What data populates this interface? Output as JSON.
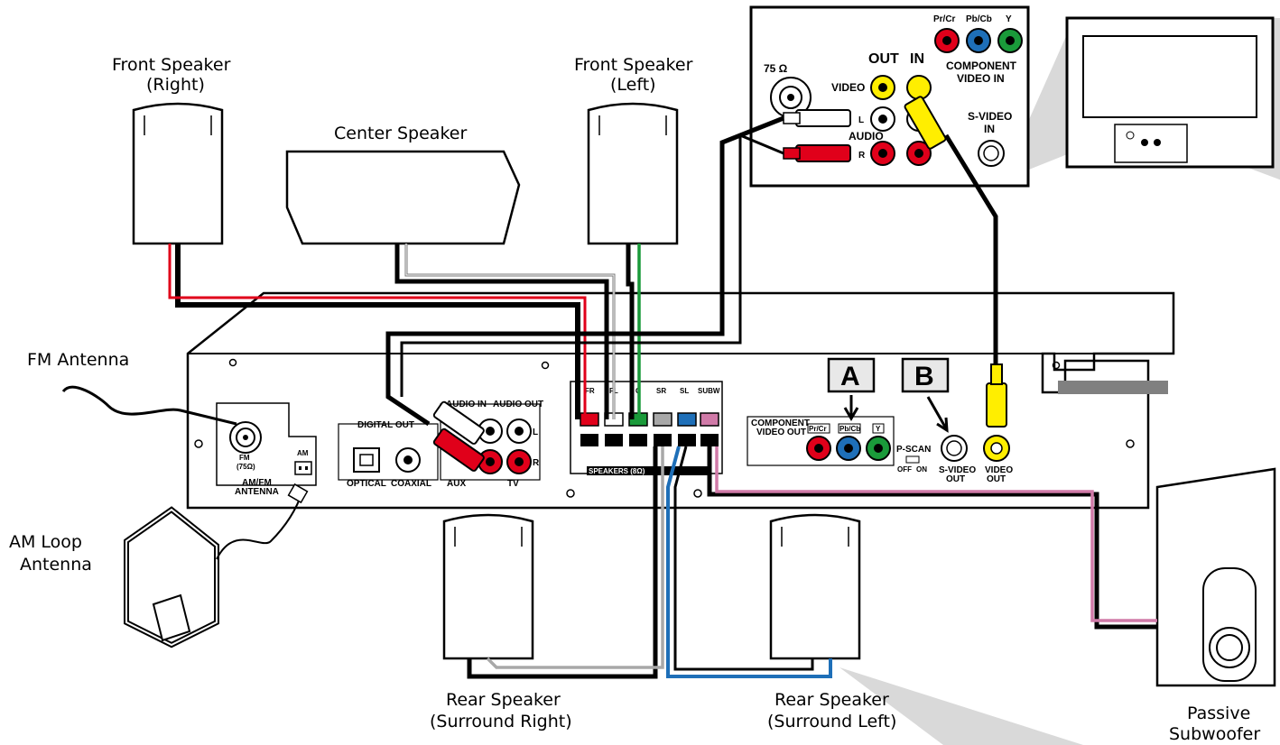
{
  "labels": {
    "front_right": [
      "Front Speaker",
      "(Right)"
    ],
    "front_left": [
      "Front Speaker",
      "(Left)"
    ],
    "center": "Center Speaker",
    "fm_antenna": "FM Antenna",
    "am_loop": [
      "AM Loop",
      "Antenna"
    ],
    "rear_right": [
      "Rear Speaker",
      "(Surround Right)"
    ],
    "rear_left": [
      "Rear Speaker",
      "(Surround Left)"
    ],
    "subwoofer": [
      "Passive",
      "Subwoofer"
    ]
  },
  "tv_panel": {
    "ohm": "75 Ω",
    "out": "OUT",
    "in": "IN",
    "video": "VIDEO",
    "audio": "AUDIO",
    "l": "L",
    "r": "R",
    "pr": "Pr/Cr",
    "pb": "Pb/Cb",
    "y": "Y",
    "component": [
      "COMPONENT",
      "VIDEO IN"
    ],
    "svideo": [
      "S-VIDEO",
      "IN"
    ]
  },
  "receiver": {
    "fm": "FM",
    "fm_ohm": "(75Ω)",
    "am": "AM",
    "am_fm": [
      "AM/FM",
      "ANTENNA"
    ],
    "digital_out": "DIGITAL OUT",
    "optical": "OPTICAL",
    "coaxial": "COAXIAL",
    "audio_in": "AUDIO IN",
    "audio_out": "AUDIO OUT",
    "aux": "AUX",
    "tv": "TV",
    "l": "L",
    "r": "R",
    "fr": "FR",
    "fl": "FL",
    "c": "C",
    "sr": "SR",
    "sl": "SL",
    "subw": "SUBW",
    "speakers": "SPEAKERS (8Ω)",
    "component_out": [
      "COMPONENT",
      "VIDEO OUT"
    ],
    "pr": "Pr/Cr",
    "pb": "Pb/Cb",
    "y": "Y",
    "pscan": "P-SCAN",
    "off": "OFF",
    "on": "ON",
    "svideo_out": [
      "S-VIDEO",
      "OUT"
    ],
    "video_out": [
      "VIDEO",
      "OUT"
    ]
  },
  "callouts": {
    "a": "A",
    "b": "B"
  },
  "colors": {
    "red": "#e0001a",
    "white": "#ffffff",
    "green": "#1a9a3a",
    "gray": "#a8a8a8",
    "blue": "#1e6fb8",
    "pink": "#d07aa8",
    "yellow": "#ffee00"
  }
}
